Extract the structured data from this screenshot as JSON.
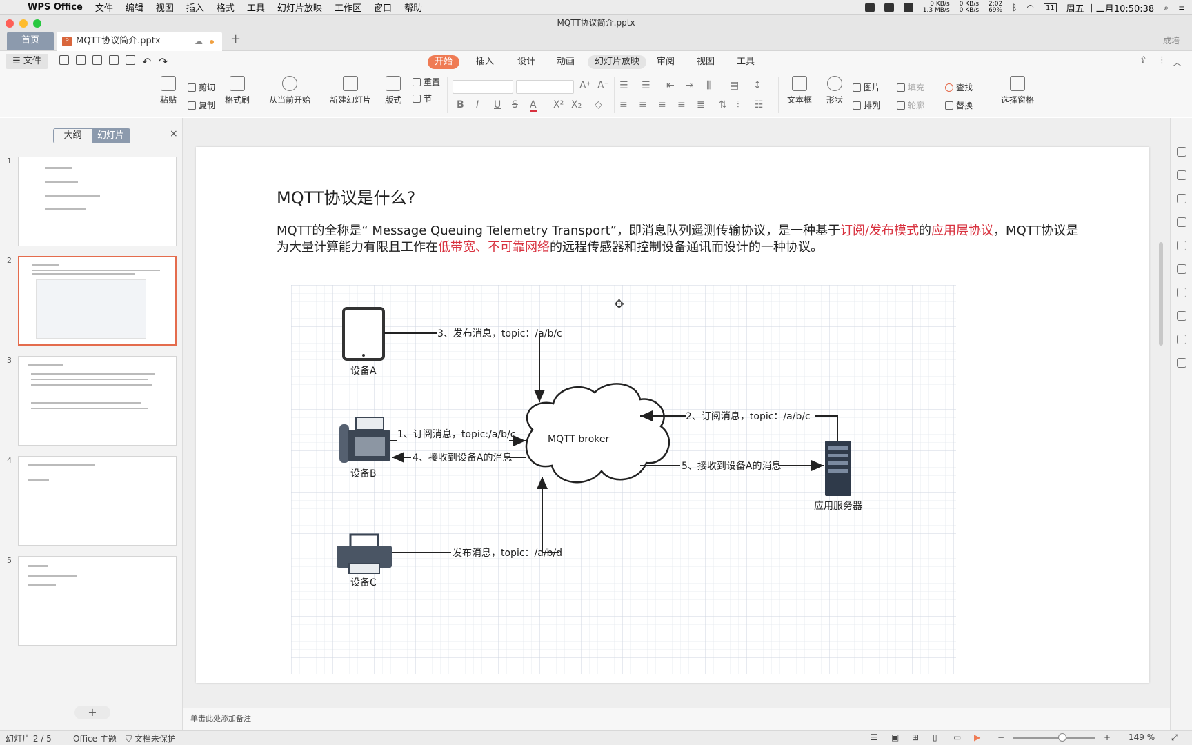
{
  "menubar": {
    "app": "WPS Office",
    "items": [
      "文件",
      "编辑",
      "视图",
      "插入",
      "格式",
      "工具",
      "幻灯片放映",
      "工作区",
      "窗口",
      "帮助"
    ],
    "net_up": "0 KB/s",
    "net_down": "1.3 MB/s",
    "net_up2": "0 KB/s",
    "net_down2": "0 KB/s",
    "battery_time": "2:02",
    "battery_pct": "69%",
    "date_badge": "11",
    "clock": "周五 十二月10:50:38"
  },
  "window": {
    "title": "MQTT协议简介.pptx",
    "close_color": "#fe5f57",
    "min_color": "#febc2e",
    "max_color": "#28c840"
  },
  "tabs": {
    "home": "首页",
    "doc": "MQTT协议简介.pptx",
    "add": "+",
    "user": "成培"
  },
  "ribbon": {
    "file": "文件",
    "tabs": [
      "开始",
      "插入",
      "设计",
      "动画",
      "幻灯片放映",
      "审阅",
      "视图",
      "工具"
    ],
    "tools": {
      "paste": "粘贴",
      "cut": "剪切",
      "copy": "复制",
      "format_painter": "格式刷",
      "from_current": "从当前开始",
      "new_slide": "新建幻灯片",
      "layout": "版式",
      "reset": "重置",
      "section": "节",
      "textbox": "文本框",
      "shape": "形状",
      "picture": "图片",
      "arrange": "排列",
      "fill": "填充",
      "outline": "轮廓",
      "find": "查找",
      "replace": "替换",
      "select_pane": "选择窗格"
    }
  },
  "leftpane": {
    "seg_outline": "大纲",
    "seg_slides": "幻灯片",
    "close": "×",
    "add": "+",
    "slide_numbers": [
      "1",
      "2",
      "3",
      "4",
      "5"
    ]
  },
  "slide": {
    "title": "MQTT协议是什么?",
    "body_1": "MQTT的全称是“ Message Queuing Telemetry Transport”，即消息队列遥测传输协议，是一种基于",
    "body_red_1": "订阅/发布模式",
    "body_2": "的",
    "body_red_2": "应用层协议",
    "body_3": "，MQTT协议是为大量计算能力有限且工作在",
    "body_red_3": "低带宽、不可靠网络",
    "body_4": "的远程传感器和控制设备通讯而设计的一种协议。"
  },
  "diagram": {
    "device_a": "设备A",
    "device_b": "设备B",
    "device_c": "设备C",
    "server": "应用服务器",
    "broker": "MQTT broker",
    "msg3": "3、发布消息，topic：/a/b/c",
    "msg1": "1、订阅消息，topic:/a/b/c",
    "msg4": "4、接收到设备A的消息",
    "msg2": "2、订阅消息，topic：/a/b/c",
    "msg5": "5、接收到设备A的消息",
    "msgc": "发布消息，topic：/a/b/d"
  },
  "notes": "单击此处添加备注",
  "status": {
    "slide_pos": "幻灯片 2 / 5",
    "theme": "Office 主题",
    "protect": "文档未保护",
    "zoom": "149 %"
  }
}
